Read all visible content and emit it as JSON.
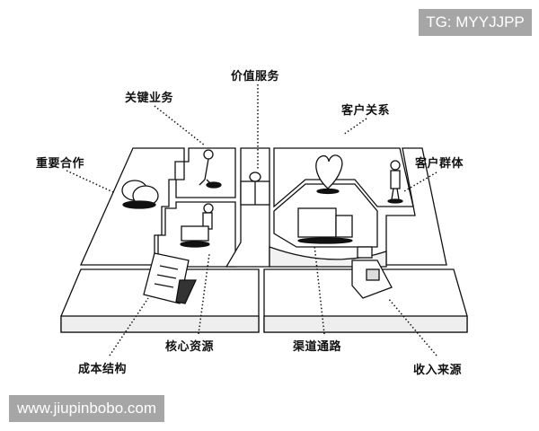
{
  "watermarks": {
    "top_right": "TG: MYYJJPP",
    "bottom_left": "www.jiupinbobo.com"
  },
  "labels": {
    "value_proposition": "价值服务",
    "key_activities": "关键业务",
    "customer_relationships": "客户关系",
    "key_partners": "重要合作",
    "customer_segments": "客户群体",
    "key_resources": "核心资源",
    "channels": "渠道通路",
    "cost_structure": "成本结构",
    "revenue_streams": "收入来源"
  }
}
